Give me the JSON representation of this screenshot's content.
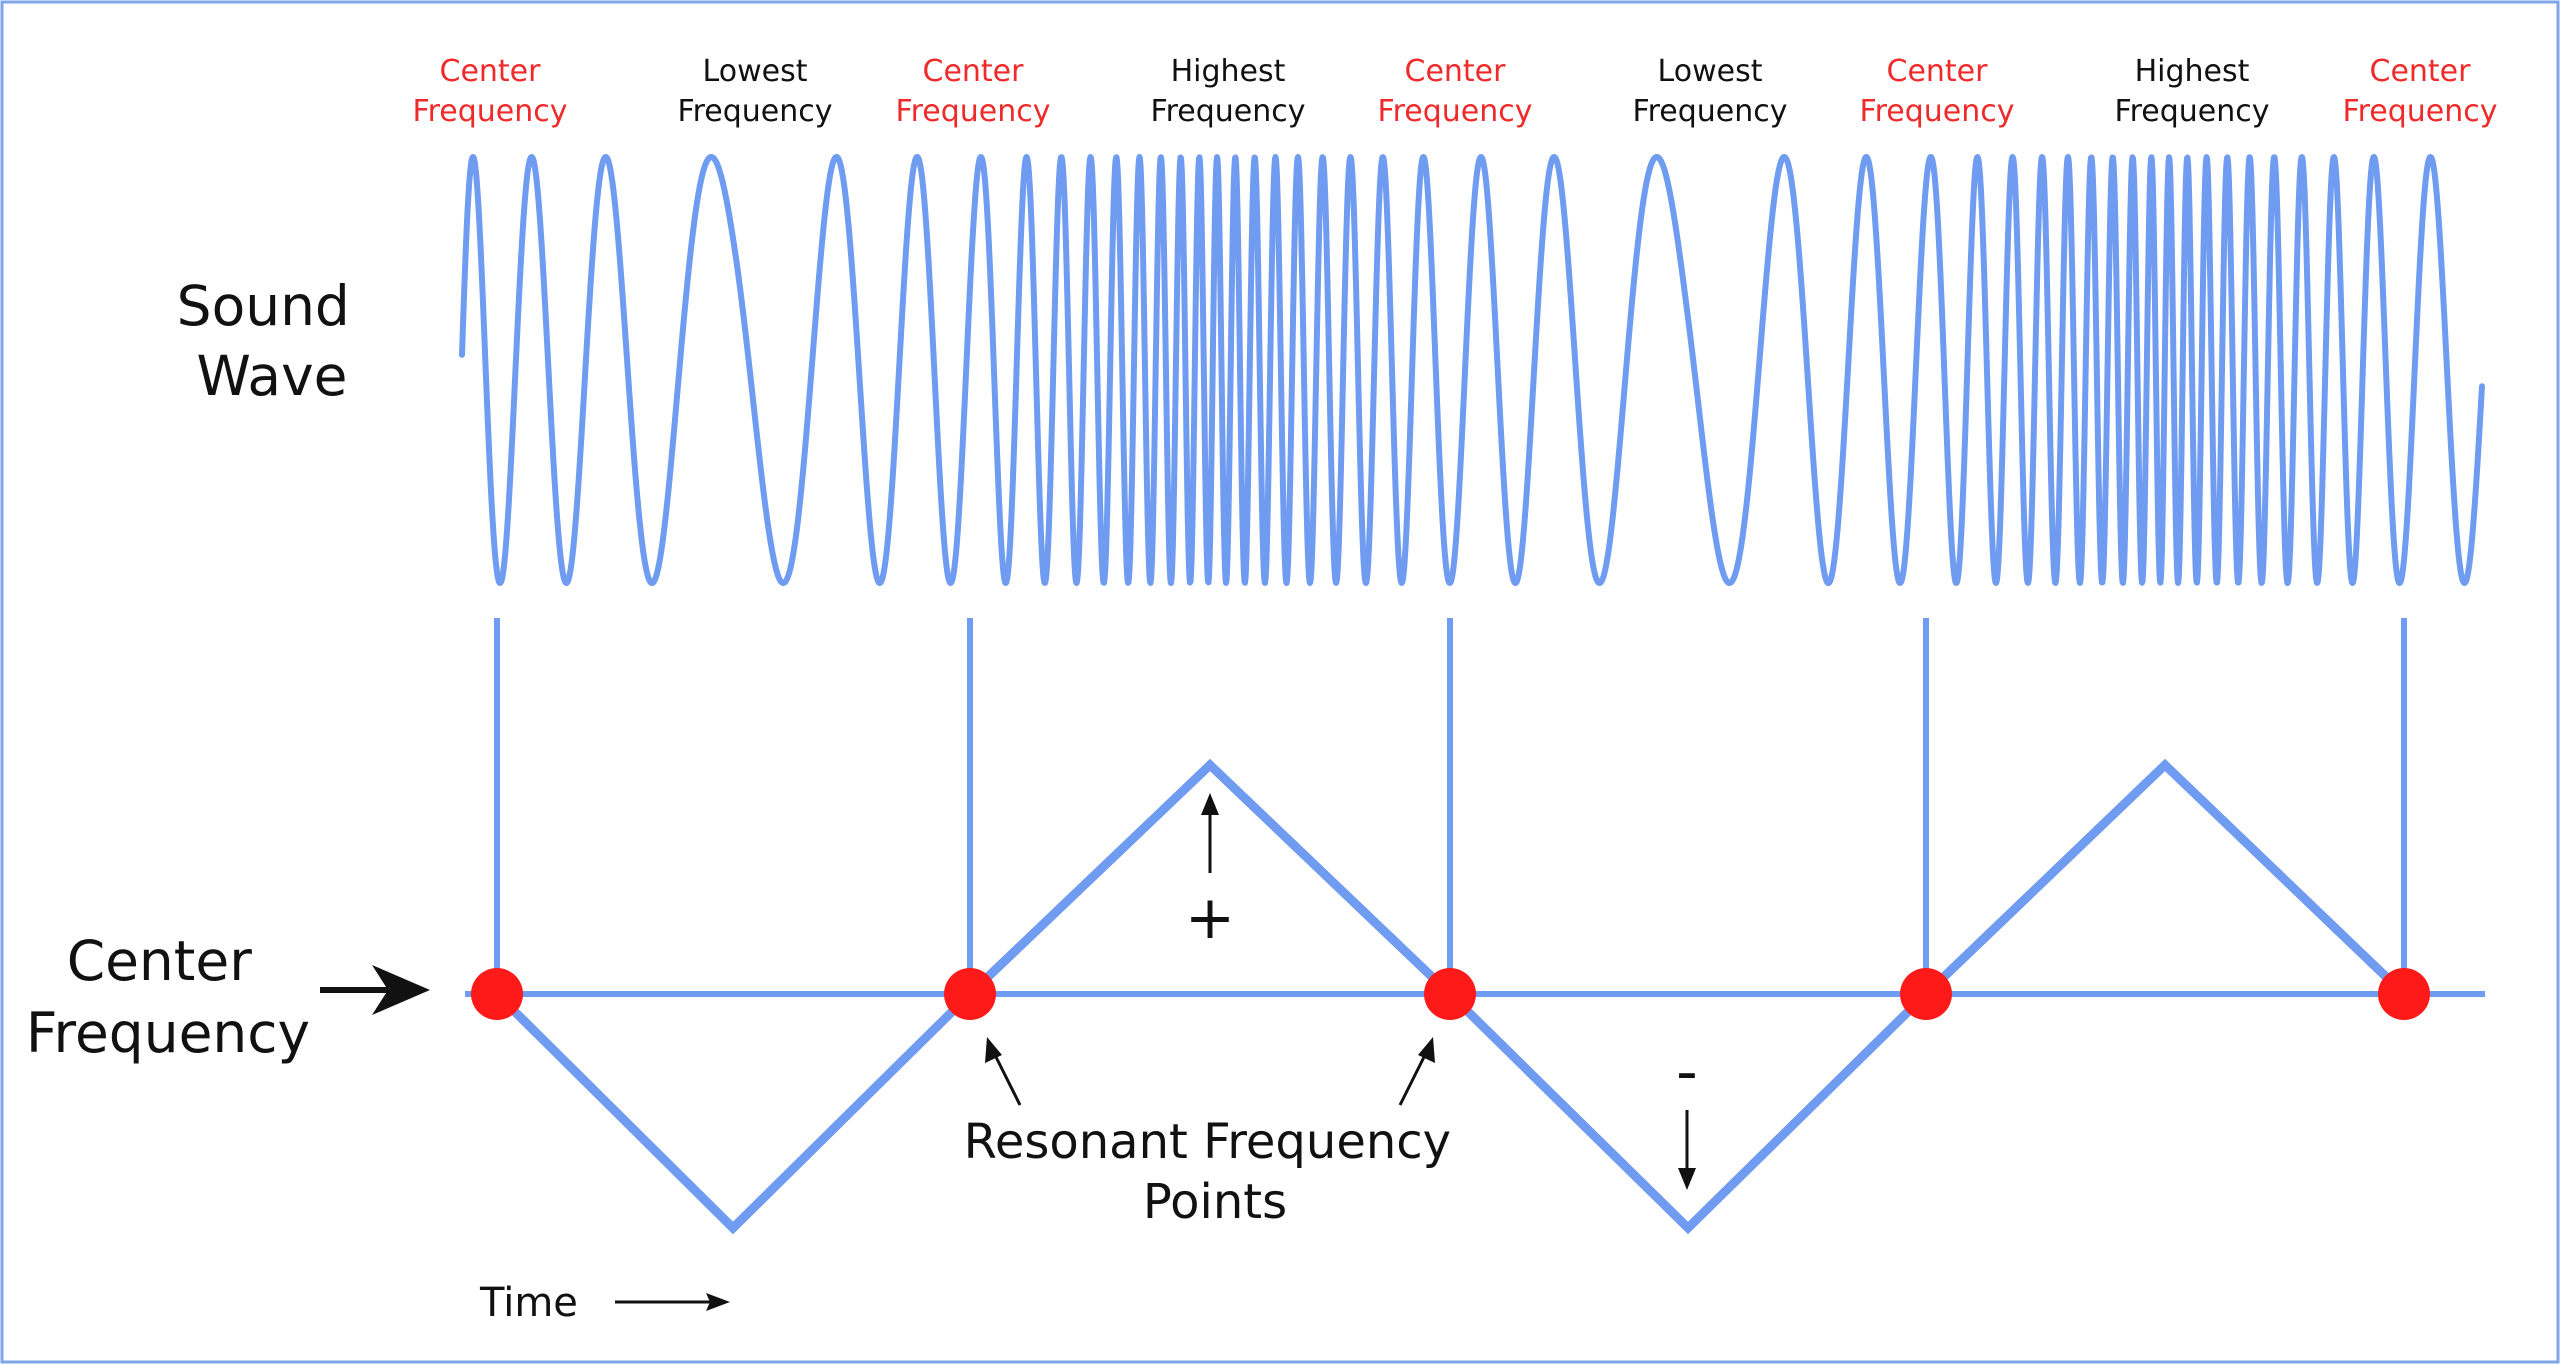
{
  "labels": {
    "sound_wave": [
      "Sound",
      "Wave"
    ],
    "center_frequency_axis": [
      "Center",
      "Frequency"
    ],
    "resonant_points": [
      "Resonant Frequency",
      "Points"
    ],
    "time": "Time",
    "plus": "+",
    "minus": "-"
  },
  "top_labels": [
    {
      "lines": [
        "Center",
        "Frequency"
      ],
      "color": "red"
    },
    {
      "lines": [
        "Lowest",
        "Frequency"
      ],
      "color": "black"
    },
    {
      "lines": [
        "Center",
        "Frequency"
      ],
      "color": "red"
    },
    {
      "lines": [
        "Highest",
        "Frequency"
      ],
      "color": "black"
    },
    {
      "lines": [
        "Center",
        "Frequency"
      ],
      "color": "red"
    },
    {
      "lines": [
        "Lowest",
        "Frequency"
      ],
      "color": "black"
    },
    {
      "lines": [
        "Center",
        "Frequency"
      ],
      "color": "red"
    },
    {
      "lines": [
        "Highest",
        "Frequency"
      ],
      "color": "black"
    },
    {
      "lines": [
        "Center",
        "Frequency"
      ],
      "color": "red"
    }
  ],
  "colors": {
    "wave": "#6f9cf0",
    "resonant_point": "#ff1a1a",
    "center_label": "#ee2a2a",
    "text": "#111111",
    "frame": "#7fa6e8"
  },
  "icons": [
    "right-arrow-icon",
    "up-arrow-icon",
    "down-arrow-icon",
    "pointer-arrow-icon"
  ]
}
